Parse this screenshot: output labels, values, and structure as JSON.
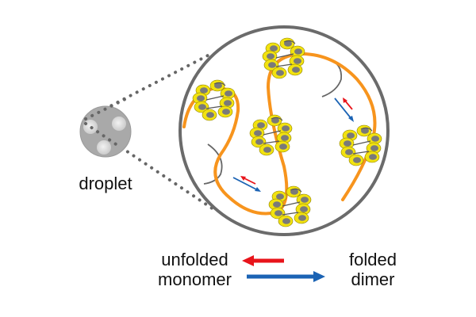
{
  "figure": {
    "description": "Schematic of a protein droplet with magnified view showing folded dimers and unfolded monomers in equilibrium",
    "droplet_label": "droplet",
    "legend": {
      "left_label_line1": "unfolded",
      "left_label_line2": "monomer",
      "right_label_line1": "folded",
      "right_label_line2": "dimer",
      "reverse_arrow": {
        "direction": "left",
        "meaning": "dimer to monomer",
        "color": "#e8141b"
      },
      "forward_arrow": {
        "direction": "right",
        "meaning": "monomer to dimer",
        "color": "#1b63b4"
      }
    },
    "colors": {
      "droplet_fill": "#a9a9a9",
      "droplet_inclusion": "#d8d8d8",
      "circle_stroke": "#6b6b6b",
      "dotted_line": "#666666",
      "unfolded_chain": "#f7941d",
      "short_chain": "#666666",
      "helix": "#f2e20f",
      "helix_inner": "#777777"
    },
    "magnified_view": {
      "folded_dimer_count": 5,
      "equilibrium_arrow_pairs": 2
    }
  }
}
